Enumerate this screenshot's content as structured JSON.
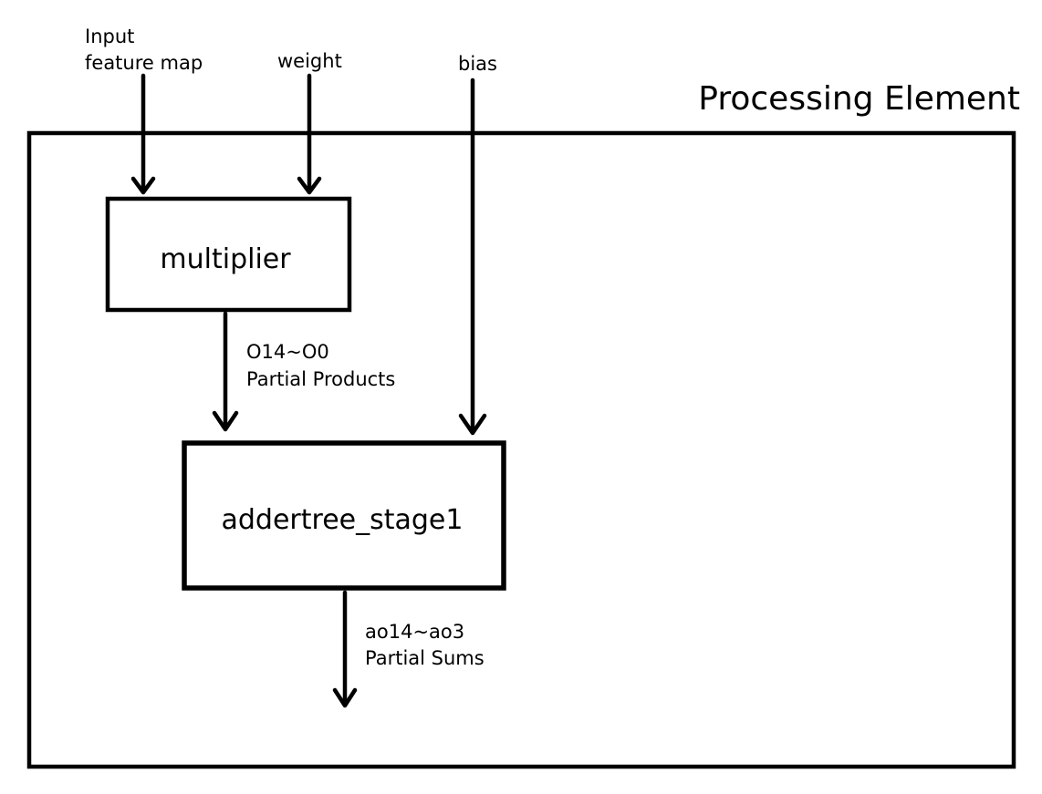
{
  "title": "Processing Element",
  "inputs": {
    "feature_map": [
      "Input",
      "feature map"
    ],
    "weight": "weight",
    "bias": "bias"
  },
  "blocks": {
    "multiplier": "multiplier",
    "adder": "addertree_stage1"
  },
  "signals": {
    "partial_products": [
      "O14~O0",
      "Partial Products"
    ],
    "partial_sums": [
      "ao14~ao3",
      "Partial Sums"
    ]
  },
  "colors": {
    "stroke": "#000000",
    "background": "#ffffff"
  }
}
